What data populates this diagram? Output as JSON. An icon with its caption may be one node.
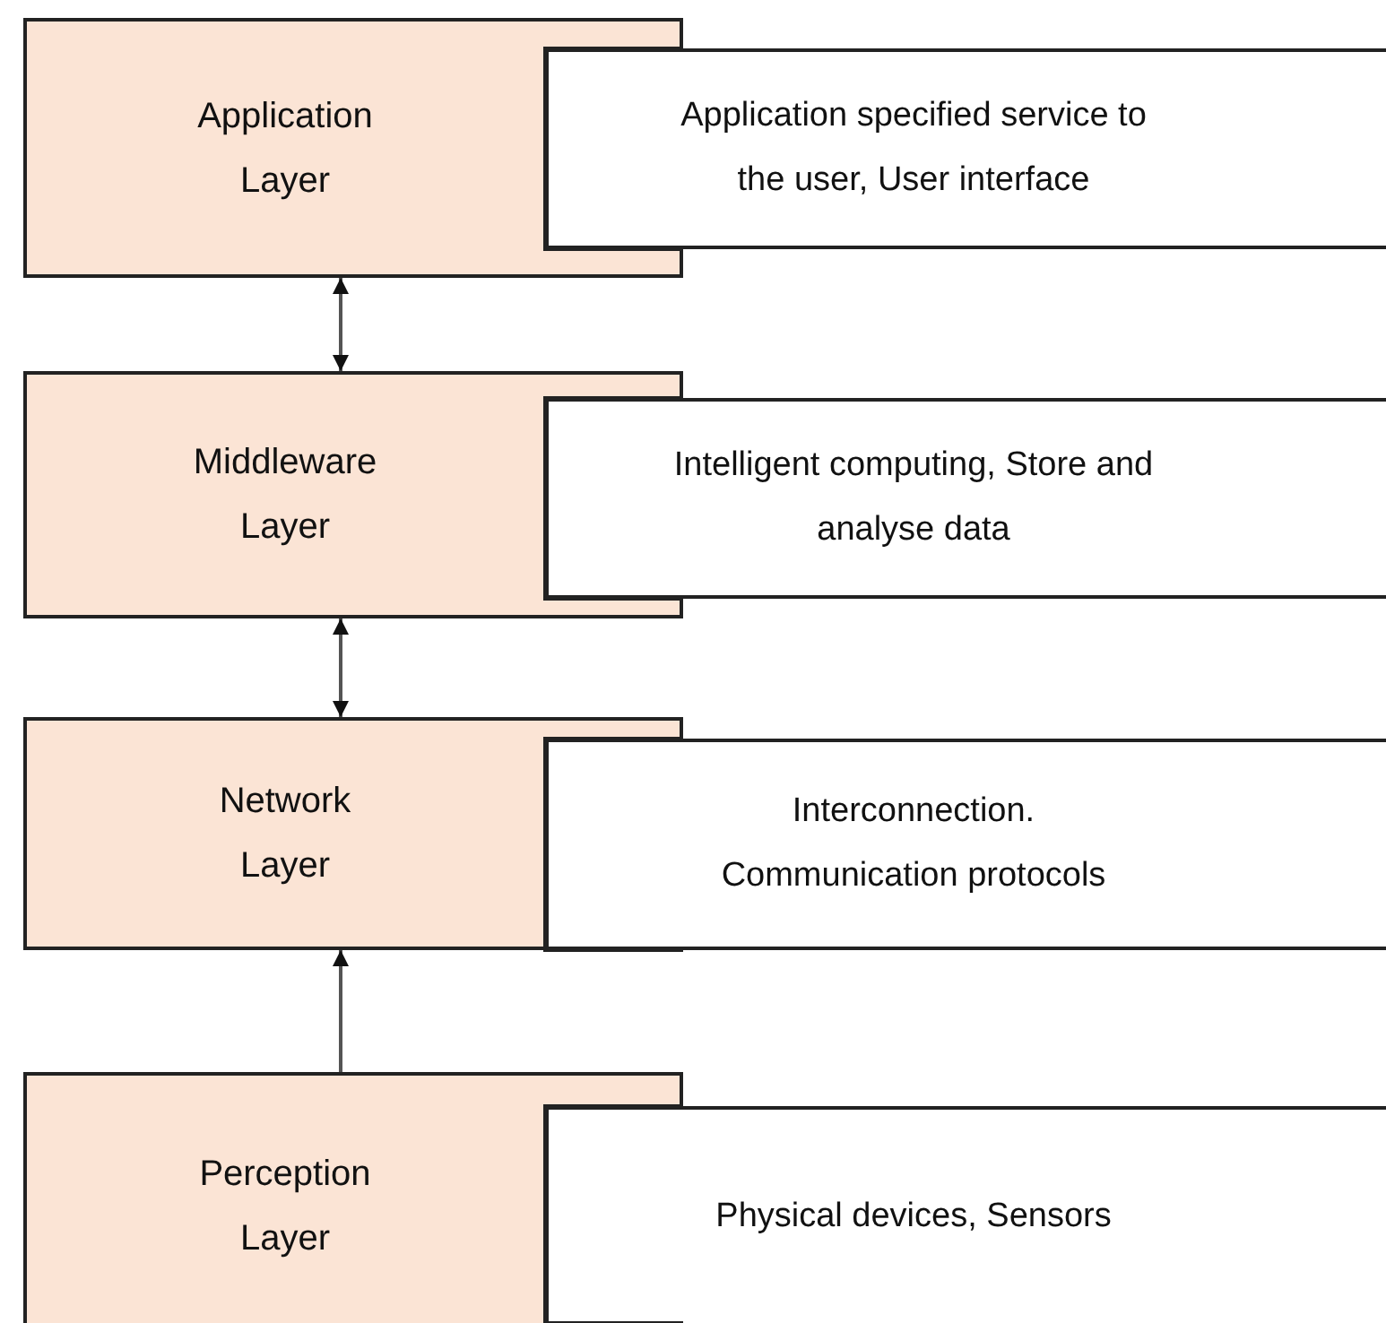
{
  "diagram": {
    "nodes": [
      {
        "text": [
          "Application Layer"
        ]
      },
      {
        "text": [
          "Application specified service to the user, User interface"
        ]
      },
      {
        "text": [
          "Middleware Layer"
        ]
      },
      {
        "text": [
          "Intelligent computing, Store and analyse data"
        ]
      },
      {
        "text": [
          "Network Layer"
        ]
      },
      {
        "text": [
          "Interconnection. Communication protocols"
        ]
      },
      {
        "text": [
          "Perception Layer"
        ]
      },
      {
        "text": [
          "Physical devices, Sensors"
        ]
      }
    ],
    "edges": [
      {
        "from": 0,
        "to": 2,
        "arrow": "both"
      },
      {
        "from": 2,
        "to": 4,
        "arrow": "both"
      },
      {
        "from": 6,
        "to": 4,
        "arrow": "to"
      }
    ]
  }
}
